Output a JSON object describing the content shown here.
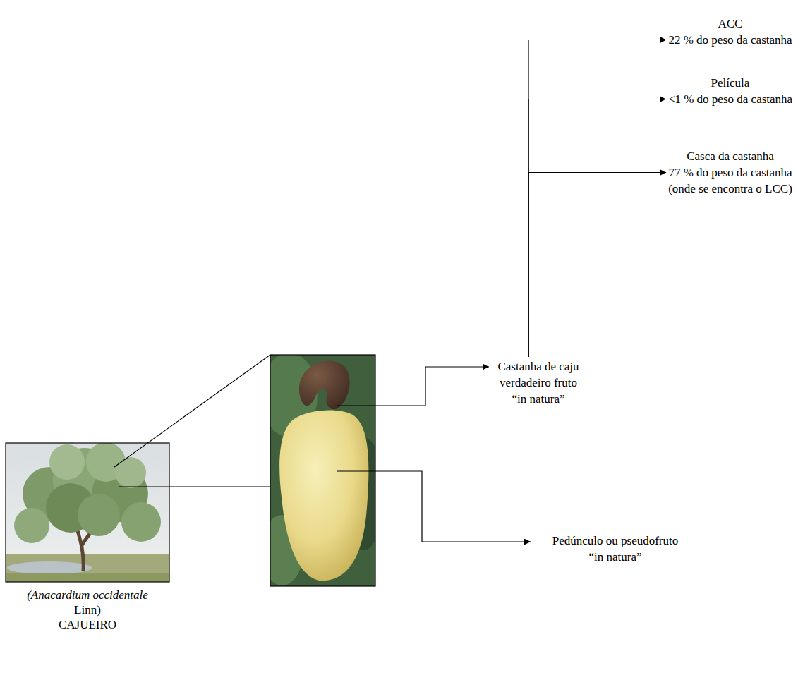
{
  "diagram": {
    "nodes": [
      {
        "text": [
          "ACC",
          "22 % do peso da castanha"
        ]
      },
      {
        "text": [
          "Película",
          "<1 % do peso da castanha"
        ]
      },
      {
        "text": [
          "Casca da castanha",
          "77 % do peso da castanha",
          "(onde se encontra o LCC)"
        ]
      },
      {
        "text": [
          "Castanha de caju verdadeiro fruto “in natura”"
        ]
      },
      {
        "text": [
          "Pedúnculo ou pseudofruto “in natura”"
        ]
      }
    ],
    "edges": [
      {
        "from": 3,
        "to": 0,
        "arrow": "to"
      },
      {
        "from": 3,
        "to": 1,
        "arrow": "to"
      },
      {
        "from": 3,
        "to": 2,
        "arrow": "to"
      }
    ],
    "labels": [
      "(Anacardium occidentale",
      "Linn)",
      "CAJUEIRO"
    ]
  }
}
